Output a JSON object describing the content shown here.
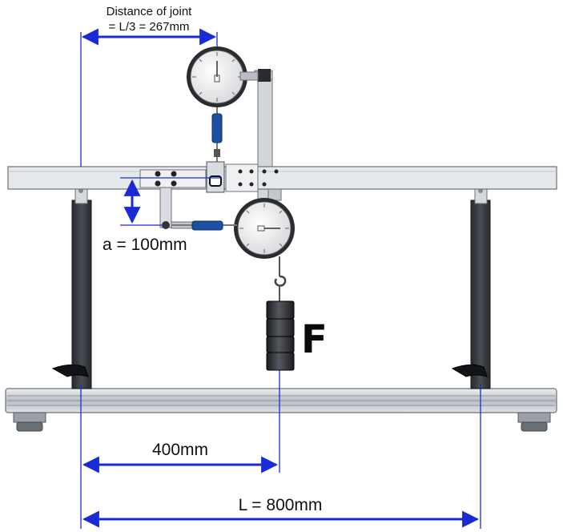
{
  "annotations": {
    "joint_title": "Distance of joint",
    "joint_value": "= L/3 = 267mm",
    "offset_label": "a = 100mm",
    "load_label": "F",
    "half_span_label": "400mm",
    "span_label": "L = 800mm"
  },
  "colors": {
    "dimension": "#1a2bd6",
    "beam": "#e6e9ec",
    "post": "#3a3d42",
    "base": "#c9ced3",
    "weight": "#2a2c30",
    "gauge_face": "#f2f2f2",
    "spring": "#1f4fa0"
  }
}
